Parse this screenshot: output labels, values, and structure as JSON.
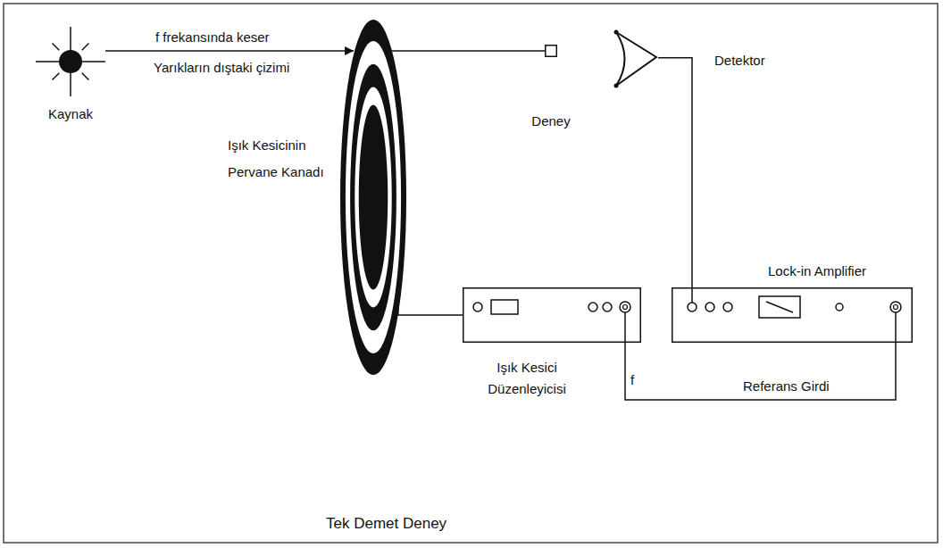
{
  "diagram": {
    "caption": "Tek Demet Deney",
    "nodes": [
      {
        "text": [
          "Kaynak"
        ]
      },
      {
        "text": [
          "Işık Kesicinin Pervane Kanadı"
        ]
      },
      {
        "text": [
          "Deney"
        ]
      },
      {
        "text": [
          "Detektor"
        ]
      },
      {
        "text": [
          "Işık Kesici Düzenleyicisi"
        ]
      },
      {
        "text": [
          "Lock-in Amplifier"
        ]
      }
    ],
    "edges": [
      {
        "from": 0,
        "to": 1,
        "arrow": "to",
        "label": "f frekansında keser"
      },
      {
        "from": 1,
        "to": 2,
        "arrow": "none"
      },
      {
        "from": 1,
        "to": 4,
        "arrow": "none"
      },
      {
        "from": 4,
        "to": 5,
        "arrow": "none",
        "label": "f"
      },
      {
        "from": 3,
        "to": 5,
        "arrow": "none"
      }
    ],
    "labels": [
      "Yarıkların dıştaki çizimi",
      "Referans Girdi"
    ]
  }
}
